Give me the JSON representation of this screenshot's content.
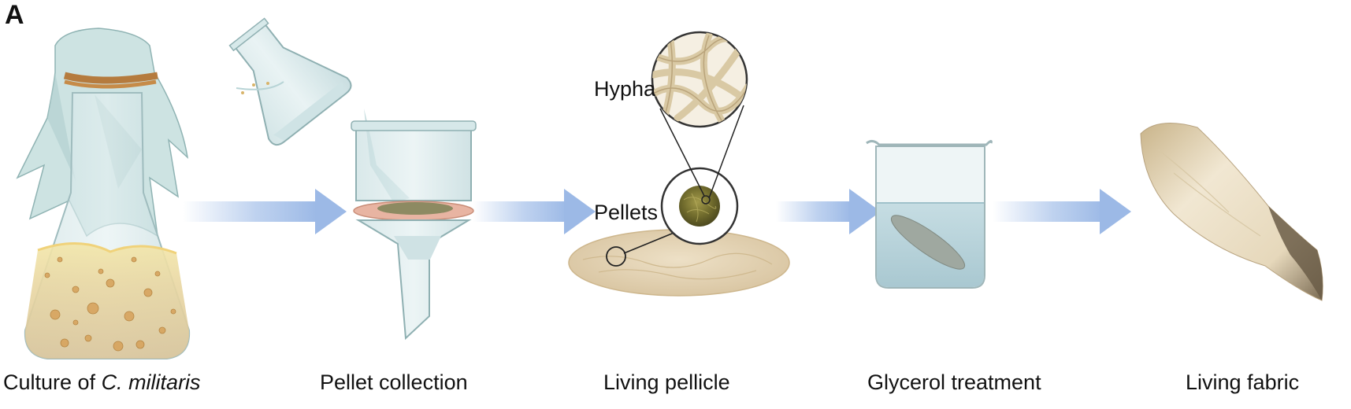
{
  "panel_letter": "A",
  "callouts": {
    "hypha": "Hypha",
    "pellets": "Pellets"
  },
  "steps": [
    {
      "label_prefix": "Culture of ",
      "label_italic": "C. militaris"
    },
    {
      "label": "Pellet collection"
    },
    {
      "label": "Living pellicle"
    },
    {
      "label": "Glycerol treatment"
    },
    {
      "label": "Living fabric"
    }
  ],
  "colors": {
    "arrow": "#a9c3ea",
    "glass": "#cfe3e5",
    "liquid": "#b9d6dc",
    "pellicle": "#e2d1b2",
    "pellet": "#6f6a2c",
    "fabric": "#e8dcc2"
  }
}
